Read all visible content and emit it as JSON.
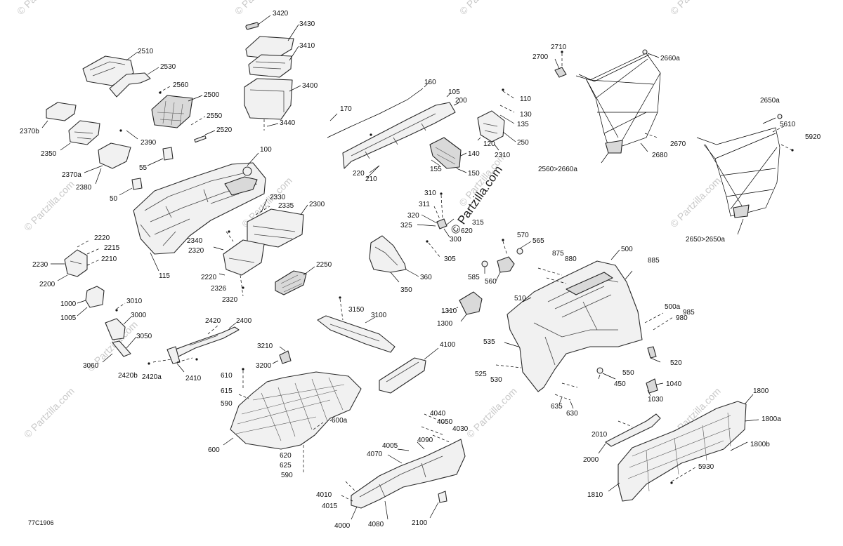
{
  "diagram": {
    "drawing_code": "77C1906",
    "watermark_text": "© Partzilla.com",
    "labels": {
      "3420": "3420",
      "3430": "3430",
      "3410": "3410",
      "3400": "3400",
      "3440": "3440",
      "2510": "2510",
      "2530": "2530",
      "2560": "2560",
      "2500": "2500",
      "2550": "2550",
      "2520": "2520",
      "2370b": "2370b",
      "2350": "2350",
      "2390": "2390",
      "2370a": "2370a",
      "2380": "2380",
      "55": "55",
      "50": "50",
      "100": "100",
      "115": "115",
      "2330": "2330",
      "2335": "2335",
      "2300": "2300",
      "2340": "2340",
      "2320a": "2320",
      "2220b": "2220",
      "2326": "2326",
      "2320b": "2320",
      "2220a": "2220",
      "2215": "2215",
      "2230": "2230",
      "2210": "2210",
      "2200": "2200",
      "1000": "1000",
      "1005": "1005",
      "3010": "3010",
      "3000": "3000",
      "3050": "3050",
      "3060": "3060",
      "2420": "2420",
      "2400": "2400",
      "2420b": "2420b",
      "2420a": "2420a",
      "2410": "2410",
      "2250": "2250",
      "160": "160",
      "170": "170",
      "105": "105",
      "200": "200",
      "220": "220",
      "210": "210",
      "110": "110",
      "130": "130",
      "135": "135",
      "250": "250",
      "120": "120",
      "2310": "2310",
      "140": "140",
      "155": "155",
      "150": "150",
      "310": "310",
      "311": "311",
      "320": "320",
      "325": "325",
      "315": "315",
      "620": "620",
      "300": "300",
      "305": "305",
      "360": "360",
      "350": "350",
      "570": "570",
      "565": "565",
      "585": "585",
      "560": "560",
      "3150": "3150",
      "3100": "3100",
      "1310": "1310",
      "1300": "1300",
      "3210": "3210",
      "3200": "3200",
      "4100": "4100",
      "610": "610",
      "615": "615",
      "590a": "590",
      "600a": "600a",
      "600": "600",
      "620b": "620",
      "625": "625",
      "590b": "590",
      "4040": "4040",
      "4050": "4050",
      "4030": "4030",
      "4090": "4090",
      "4005": "4005",
      "4070": "4070",
      "4010": "4010",
      "4015": "4015",
      "4000": "4000",
      "4080": "4080",
      "2100": "2100",
      "500": "500",
      "875": "875",
      "880": "880",
      "885": "885",
      "510": "510",
      "500a": "500a",
      "985": "985",
      "980": "980",
      "535": "535",
      "520": "520",
      "550": "550",
      "525": "525",
      "530": "530",
      "450": "450",
      "1040": "1040",
      "1030": "1030",
      "635": "635",
      "630": "630",
      "2710": "2710",
      "2700": "2700",
      "2660a": "2660a",
      "2670": "2670",
      "2680": "2680",
      "2560s": "2560>2660a",
      "2650a": "2650a",
      "5610": "5610",
      "5920": "5920",
      "2650s": "2650>2650a",
      "1800": "1800",
      "1800a": "1800a",
      "1800b": "1800b",
      "2010": "2010",
      "2000": "2000",
      "5930": "5930",
      "1810": "1810"
    }
  }
}
